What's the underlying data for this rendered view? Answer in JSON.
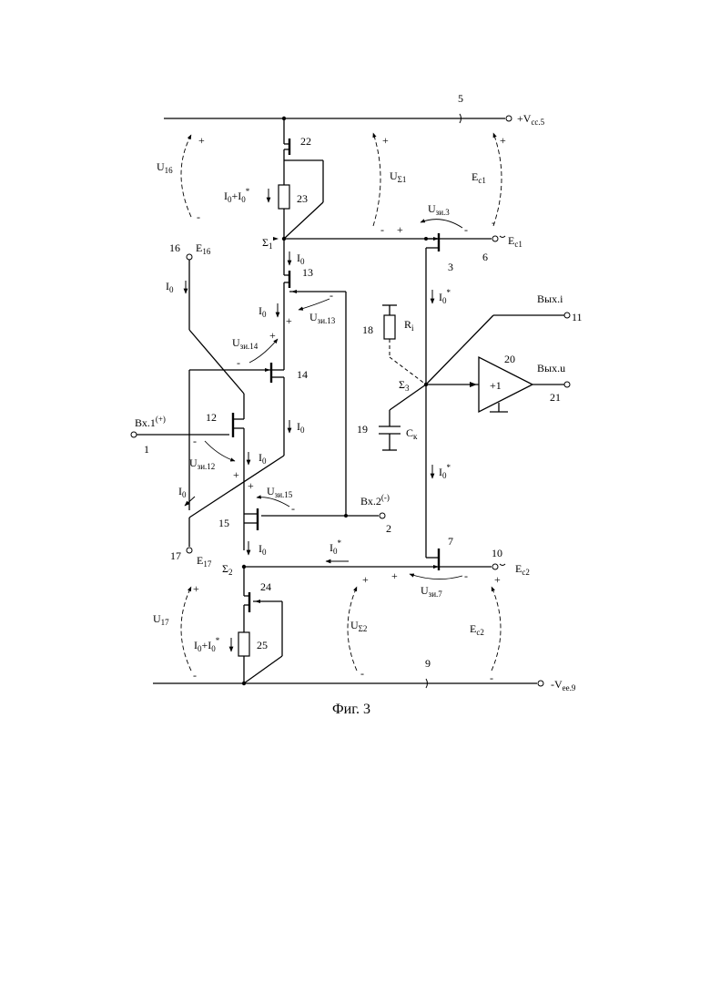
{
  "caption": "Фиг. 3",
  "labels": {
    "n5": "5",
    "vcc5": "+V",
    "vcc5_sub": "cc.5",
    "n22": "22",
    "n23": "23",
    "n13": "13",
    "n14": "14",
    "n12": "12",
    "n15": "15",
    "n24": "24",
    "n25": "25",
    "n3": "3",
    "n7": "7",
    "n6": "6",
    "n10": "10",
    "n18": "18",
    "n19": "19",
    "n20": "20",
    "n11": "11",
    "n21": "21",
    "n16": "16",
    "n17": "17",
    "n1": "1",
    "n2": "2",
    "n9": "9",
    "vee9": "-V",
    "vee9_sub": "ee.9",
    "u16": "U",
    "u16_sub": "16",
    "u17": "U",
    "u17_sub": "17",
    "us1": "U",
    "us1_sub": "Σ1",
    "us2": "U",
    "us2_sub": "Σ2",
    "ec1a": "E",
    "ec1a_sub": "c1",
    "ec1b": "E",
    "ec1b_sub": "c1",
    "ec2a": "E",
    "ec2a_sub": "c2",
    "ec2b": "E",
    "ec2b_sub": "c2",
    "e16": "E",
    "e16_sub": "16",
    "e17": "E",
    "e17_sub": "17",
    "sigma1": "Σ",
    "sigma1_sub": "1",
    "sigma2": "Σ",
    "sigma2_sub": "2",
    "sigma3": "Σ",
    "sigma3_sub": "3",
    "i0": "I",
    "i0_sub": "0",
    "i0star": "I",
    "i0star_sub": "0",
    "star": "*",
    "i0sum_a": "I",
    "i0sum_b": "+I",
    "sub0": "0",
    "uzi3": "U",
    "uzi3_sub": "зи.3",
    "uzi7": "U",
    "uzi7_sub": "зи.7",
    "uzi12": "U",
    "uzi12_sub": "зи.12",
    "uzi13": "U",
    "uzi13_sub": "зи.13",
    "uzi14": "U",
    "uzi14_sub": "зи.14",
    "uzi15": "U",
    "uzi15_sub": "зи.15",
    "in1": "Вх.1",
    "in1_sup": "(+)",
    "in2": "Вх.2",
    "in2_sup": "(-)",
    "outi": "Вых.i",
    "outu": "Вых.u",
    "ri": "R",
    "ri_sub": "i",
    "ck": "C",
    "ck_sub": "к",
    "buf": "+1",
    "plus": "+",
    "minus": "-"
  }
}
